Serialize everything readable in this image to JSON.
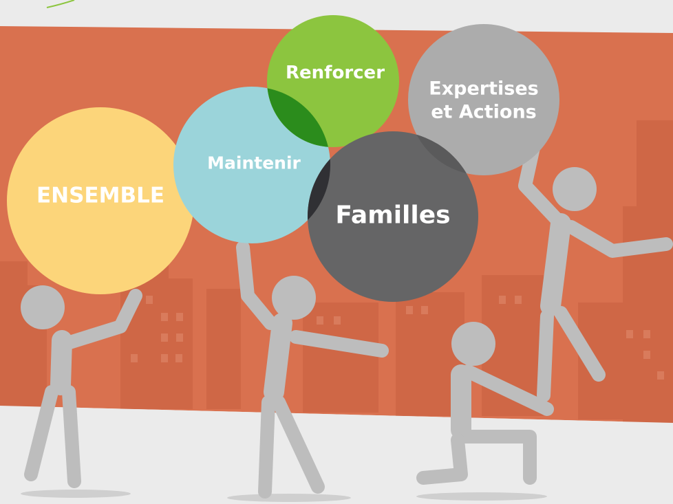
{
  "colors": {
    "sky": "#ebebeb",
    "banner": "#d9714f",
    "buildings": "#cf6746",
    "ground": "#ebebeb",
    "figure": "#bdbdbd",
    "shadow": "#cfcfcf",
    "ensemble": "#fcd57a",
    "maintenir": "#9bd4da",
    "renforcer": "#8cc53f",
    "familles": "#656566",
    "expertises": "#acacac",
    "overlap_green": "#2b8c1c",
    "overlap_dark": "#303034",
    "overlap_grey": "#5a5a5b",
    "logo_stroke": "#8cc53f"
  },
  "circles": {
    "ensemble": {
      "label": "ENSEMBLE"
    },
    "maintenir": {
      "label": "Maintenir"
    },
    "renforcer": {
      "label": "Renforcer"
    },
    "familles": {
      "label": "Familles"
    },
    "expertises": {
      "line1": "Expertises",
      "line2": "et Actions"
    }
  }
}
